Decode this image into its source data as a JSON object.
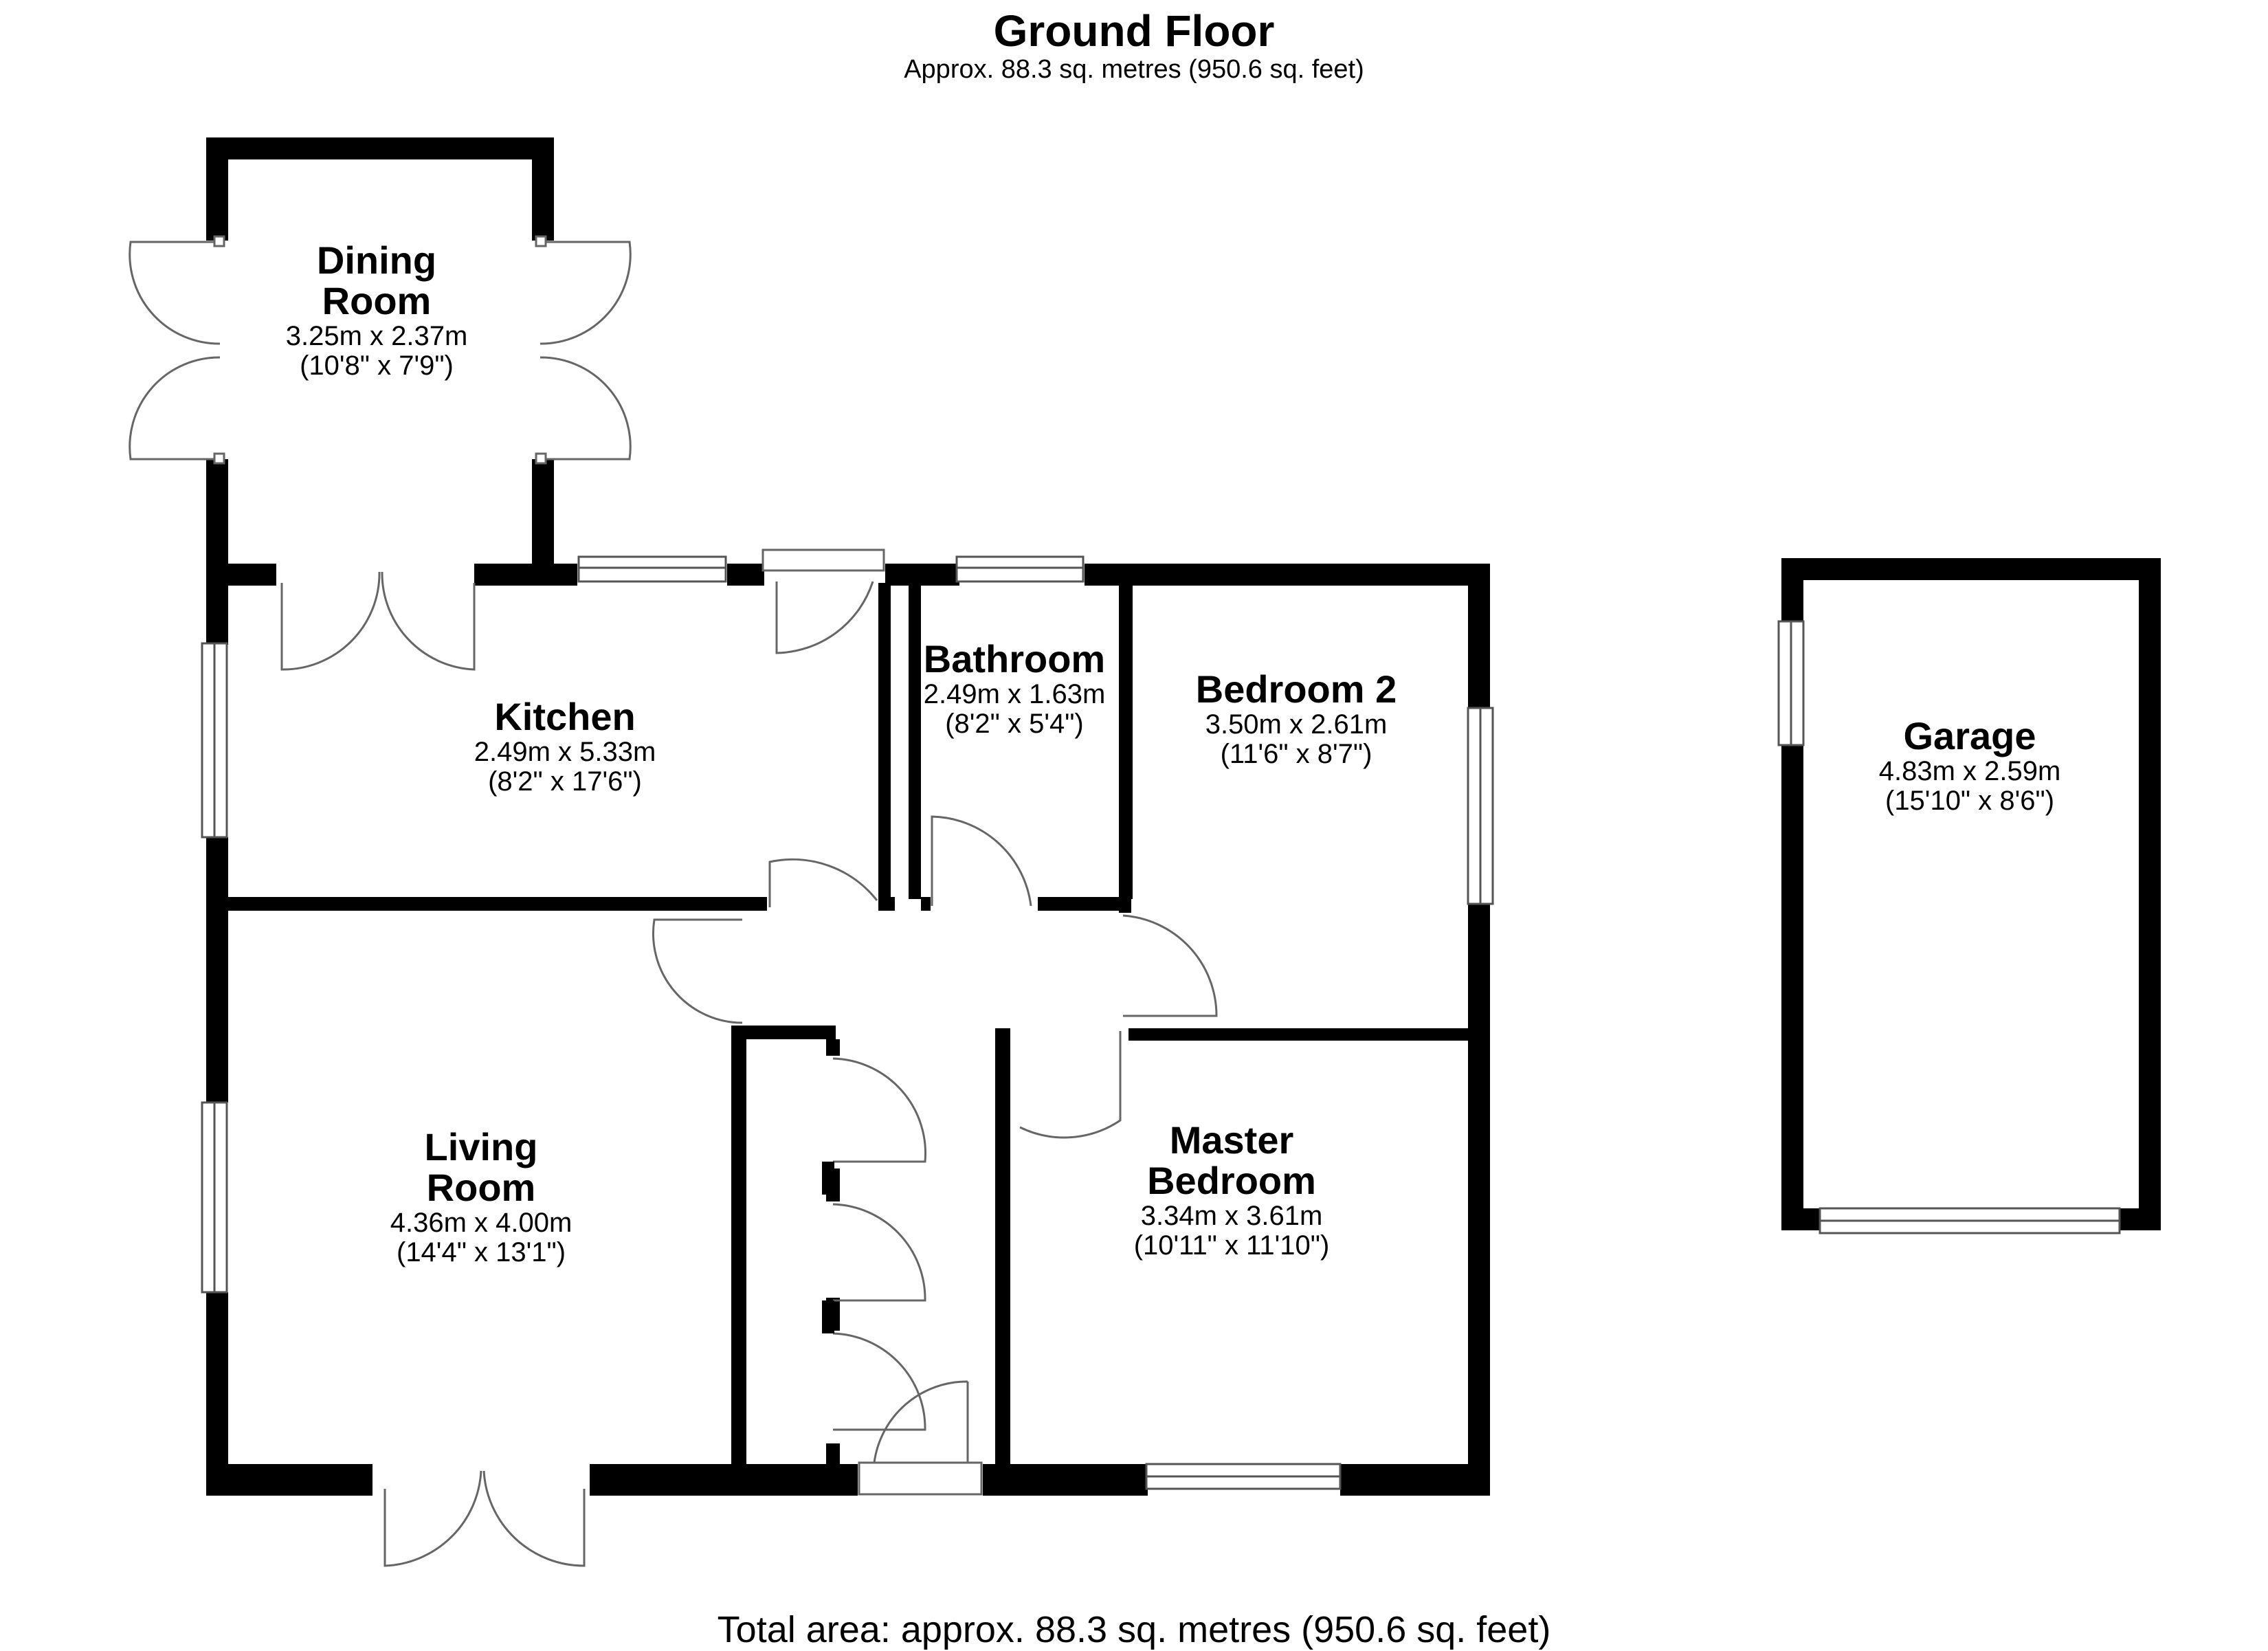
{
  "header": {
    "title": "Ground Floor",
    "subtitle": "Approx. 88.3 sq. metres (950.6 sq. feet)"
  },
  "rooms": {
    "dining_room": {
      "name": "Dining\nRoom",
      "metric": "3.25m x 2.37m",
      "imperial": "(10'8\" x 7'9\")"
    },
    "kitchen": {
      "name": "Kitchen",
      "metric": "2.49m x 5.33m",
      "imperial": "(8'2\" x 17'6\")"
    },
    "bathroom": {
      "name": "Bathroom",
      "metric": "2.49m x 1.63m",
      "imperial": "(8'2\" x 5'4\")"
    },
    "bedroom_2": {
      "name": "Bedroom 2",
      "metric": "3.50m x 2.61m",
      "imperial": "(11'6\" x 8'7\")"
    },
    "living_room": {
      "name": "Living\nRoom",
      "metric": "4.36m x 4.00m",
      "imperial": "(14'4\" x 13'1\")"
    },
    "master_bedroom": {
      "name": "Master\nBedroom",
      "metric": "3.34m x 3.61m",
      "imperial": "(10'11\" x 11'10\")"
    },
    "garage": {
      "name": "Garage",
      "metric": "4.83m x 2.59m",
      "imperial": "(15'10\" x 8'6\")"
    }
  },
  "footer": {
    "total": "Total area: approx. 88.3 sq. metres (950.6 sq. feet)"
  },
  "colors": {
    "wall": "#000000",
    "fixture_line": "#555555",
    "background": "#ffffff"
  }
}
